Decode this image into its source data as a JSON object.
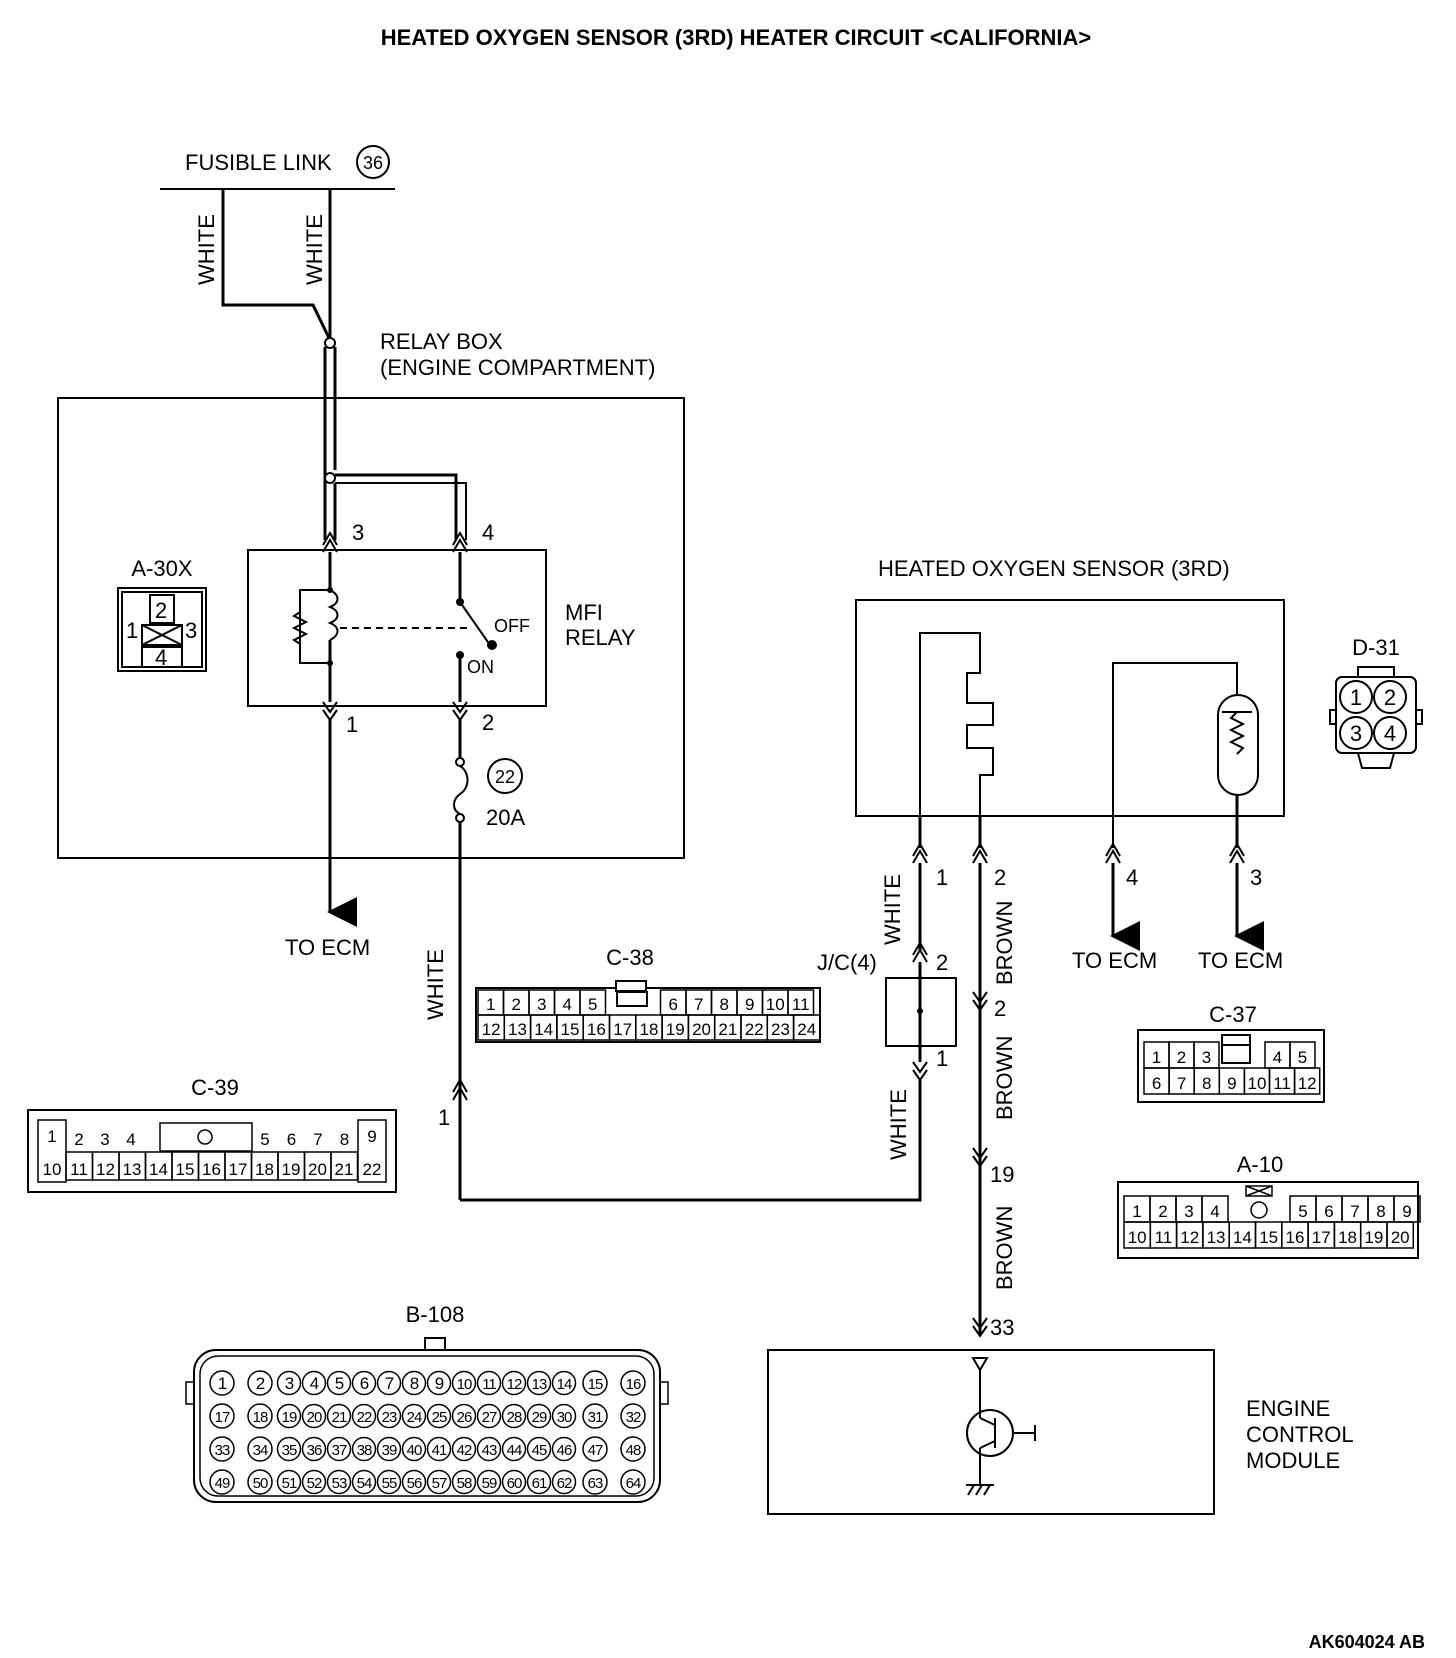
{
  "title": "HEATED OXYGEN SENSOR (3RD) HEATER CIRCUIT <CALIFORNIA>",
  "figure_id": "AK604024 AB",
  "fusible_link": {
    "label": "FUSIBLE LINK",
    "number": "36"
  },
  "relay_box": {
    "label_line1": "RELAY BOX",
    "label_line2": "(ENGINE COMPARTMENT)"
  },
  "mfi_relay": {
    "label_line1": "MFI",
    "label_line2": "RELAY",
    "off_label": "OFF",
    "on_label": "ON",
    "terminals": [
      "3",
      "4",
      "1",
      "2"
    ]
  },
  "fuse": {
    "number": "22",
    "rating": "20A"
  },
  "sensor": {
    "label": "HEATED OXYGEN SENSOR (3RD)",
    "terminals": [
      "1",
      "2",
      "4",
      "3"
    ]
  },
  "junction": {
    "label": "J/C(4)",
    "pin_top": "2",
    "pin_bottom": "1"
  },
  "ecm": {
    "label_line1": "ENGINE",
    "label_line2": "CONTROL",
    "label_line3": "MODULE",
    "pin": "33"
  },
  "wire_labels": {
    "white": "WHITE",
    "brown": "BROWN",
    "to_ecm": "TO ECM",
    "pin_1": "1",
    "pin_2": "2",
    "pin_19": "19"
  },
  "connectors": {
    "a30x": {
      "name": "A-30X",
      "pins": [
        "1",
        "2",
        "3",
        "4"
      ]
    },
    "d31": {
      "name": "D-31",
      "pins": [
        "1",
        "2",
        "3",
        "4"
      ]
    },
    "c38": {
      "name": "C-38",
      "row1": [
        "1",
        "2",
        "3",
        "4",
        "5",
        "",
        "6",
        "7",
        "8",
        "9",
        "10",
        "11"
      ],
      "row2": [
        "12",
        "13",
        "14",
        "15",
        "16",
        "17",
        "18",
        "19",
        "20",
        "21",
        "22",
        "23",
        "24"
      ]
    },
    "c37": {
      "name": "C-37",
      "row1": [
        "1",
        "2",
        "3",
        "",
        "4",
        "5"
      ],
      "row2": [
        "6",
        "7",
        "8",
        "9",
        "10",
        "11",
        "12"
      ]
    },
    "c39": {
      "name": "C-39",
      "row1": [
        "1",
        "2",
        "3",
        "4",
        "",
        "5",
        "6",
        "7",
        "8",
        "9"
      ],
      "row2": [
        "10",
        "11",
        "12",
        "13",
        "14",
        "15",
        "16",
        "17",
        "18",
        "19",
        "20",
        "21",
        "22"
      ]
    },
    "a10": {
      "name": "A-10",
      "row1": [
        "1",
        "2",
        "3",
        "4",
        "",
        "5",
        "6",
        "7",
        "8",
        "9"
      ],
      "row2": [
        "10",
        "11",
        "12",
        "13",
        "14",
        "15",
        "16",
        "17",
        "18",
        "19",
        "20"
      ]
    },
    "b108": {
      "name": "B-108",
      "rows": [
        [
          "1",
          "2",
          "3",
          "4",
          "5",
          "6",
          "7",
          "8",
          "9",
          "10",
          "11",
          "12",
          "13",
          "14",
          "15",
          "16"
        ],
        [
          "17",
          "18",
          "19",
          "20",
          "21",
          "22",
          "23",
          "24",
          "25",
          "26",
          "27",
          "28",
          "29",
          "30",
          "31",
          "32"
        ],
        [
          "33",
          "34",
          "35",
          "36",
          "37",
          "38",
          "39",
          "40",
          "41",
          "42",
          "43",
          "44",
          "45",
          "46",
          "47",
          "48"
        ],
        [
          "49",
          "50",
          "51",
          "52",
          "53",
          "54",
          "55",
          "56",
          "57",
          "58",
          "59",
          "60",
          "61",
          "62",
          "63",
          "64"
        ]
      ]
    }
  }
}
